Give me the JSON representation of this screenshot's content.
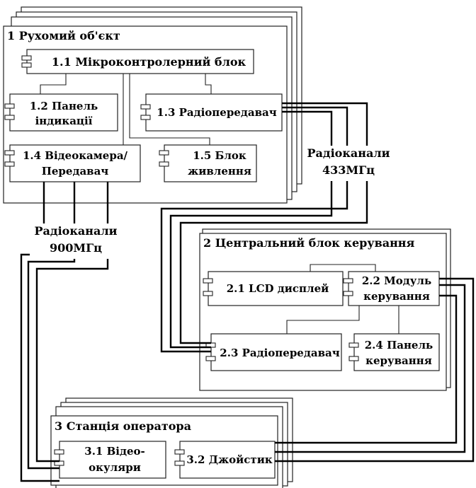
{
  "nodes": {
    "mobile_object": {
      "title": "1 Рухомий об'єкт",
      "components": {
        "mcu": "1.1 Мікроконтролерний блок",
        "indicator_panel": [
          "1.2 Панель",
          "індикації"
        ],
        "radio_tx": "1.3 Радіопередавач",
        "camera_tx": [
          "1.4 Відеокамера/",
          "Передавач"
        ],
        "power_unit": [
          "1.5 Блок",
          "живлення"
        ]
      }
    },
    "central_control": {
      "title": "2 Центральний блок керування",
      "components": {
        "lcd": "2.1 LCD дисплей",
        "control_module": [
          "2.2 Модуль",
          "керування"
        ],
        "radio_tx": "2.3 Радіопередавач",
        "control_panel": [
          "2.4 Панель",
          "керування"
        ]
      }
    },
    "operator_station": {
      "title": "3 Станція оператора",
      "components": {
        "video_glasses": [
          "3.1 Відео-",
          "окуляри"
        ],
        "joystick": "3.2 Джойстик"
      }
    }
  },
  "channels": {
    "ch433": [
      "Радіоканали",
      "433МГц"
    ],
    "ch900": [
      "Радіоканали",
      "900МГц"
    ]
  }
}
